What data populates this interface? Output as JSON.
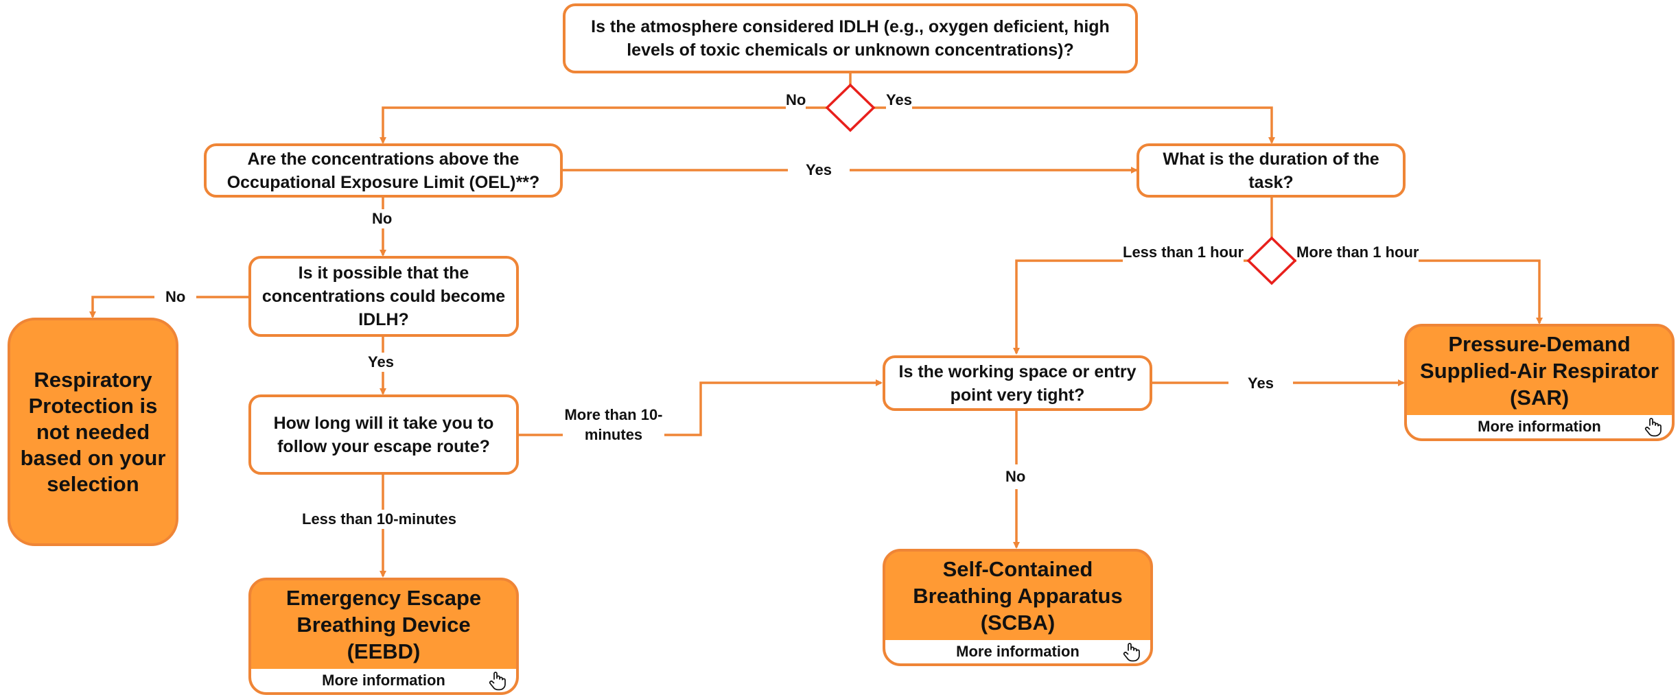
{
  "questions": {
    "idlh": "Is the atmosphere considered IDLH (e.g., oxygen deficient, high levels of toxic chemicals or unknown concentrations)?",
    "oel": "Are the concentrations above the Occupational Exposure Limit (OEL)**?",
    "duration": "What is the duration of the task?",
    "possible_idlh": "Is it possible that the concentrations could become IDLH?",
    "escape": "How long will it take you to follow your escape route?",
    "tight": "Is the working space or entry point very tight?"
  },
  "labels": {
    "no_top": "No",
    "yes_top": "Yes",
    "yes_oel": "Yes",
    "no_oel": "No",
    "no_possible": "No",
    "yes_possible": "Yes",
    "less_1h": "Less than 1 hour",
    "more_1h": "More than 1 hour",
    "more_10": "More than 10-minutes",
    "less_10": "Less than 10-minutes",
    "yes_tight": "Yes",
    "no_tight": "No"
  },
  "results": {
    "not_needed": "Respiratory Protection is not needed based on your selection",
    "sar": "Pressure-Demand Supplied-Air Respirator (SAR)",
    "scba": "Self-Contained Breathing Apparatus (SCBA)",
    "eebd": "Emergency Escape Breathing Device (EEBD)",
    "more_info": "More information"
  },
  "colors": {
    "connector": "#ef8536",
    "result_fill": "#ff9a34",
    "decision_diamond": "#e8201c"
  },
  "icons": {
    "pointer": "hand-pointer-icon"
  }
}
